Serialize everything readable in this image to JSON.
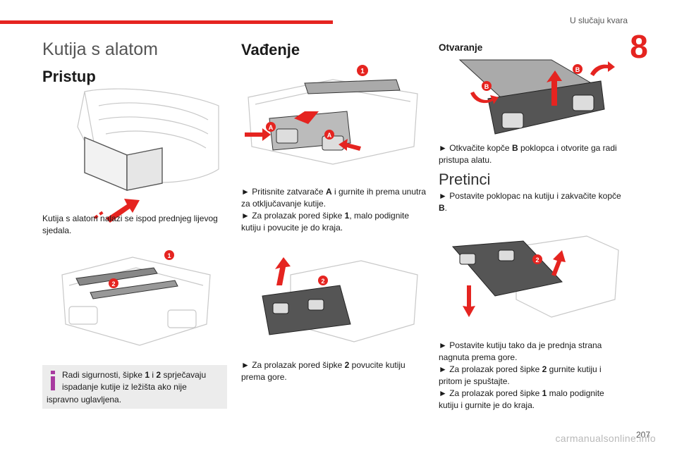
{
  "header": {
    "section": "U slučaju kvara",
    "chapter_number": "8",
    "page_number": "207"
  },
  "watermark": "carmanualsonline.info",
  "col1": {
    "main_title": "Kutija s alatom",
    "h_access": "Pristup",
    "p_access": "Kutija s alatom nalazi se ispod prednjeg lijevog sjedala.",
    "note": {
      "t1": "Radi sigurnosti, šipke ",
      "b1": "1",
      "t2": " i ",
      "b2": "2",
      "t3": " sprječavaju ispadanje kutije iz ležišta ako nije",
      "t4": "ispravno uglavljena."
    }
  },
  "col2": {
    "h_remove": "Vađenje",
    "s1_arrow": "►",
    "s1_text_a": " Pritisnite zatvarače ",
    "s1_bold": "A",
    "s1_text_b": " i gurnite ih prema unutra za otključavanje kutije.",
    "s2_arrow": "►",
    "s2_text_a": " Za prolazak pored šipke ",
    "s2_bold": "1",
    "s2_text_b": ", malo podignite kutiju i povucite je do kraja.",
    "s3_arrow": "►",
    "s3_text_a": " Za prolazak pored šipke ",
    "s3_bold": "2",
    "s3_text_b": " povucite kutiju prema gore."
  },
  "col3": {
    "h_open": "Otvaranje",
    "o1_arrow": "►",
    "o1_text_a": " Otkvačite kopče ",
    "o1_bold": "B",
    "o1_text_b": " poklopca i otvorite ga radi pristupa alatu.",
    "h_compart": "Pretinci",
    "c1_arrow": "►",
    "c1_text_a": " Postavite poklopac na kutiju i zakvačite kopče ",
    "c1_bold": "B",
    "c1_text_b": ".",
    "c2_arrow": "►",
    "c2_text": " Postavite kutiju tako da je prednja strana nagnuta prema gore.",
    "c3_arrow": "►",
    "c3_text_a": " Za prolazak pored šipke ",
    "c3_bold": "2",
    "c3_text_b": " gurnite kutiju i pritom je spuštajte.",
    "c4_arrow": "►",
    "c4_text_a": " Za prolazak pored šipke ",
    "c4_bold": "1",
    "c4_text_b": " malo podignite kutiju i gurnite je do kraja."
  },
  "callouts": {
    "one": "1",
    "two": "2",
    "a": "A",
    "b": "B"
  },
  "colors": {
    "brand_red": "#e52420",
    "note_bg": "#ececec",
    "info_icon": "#a83aa0"
  }
}
